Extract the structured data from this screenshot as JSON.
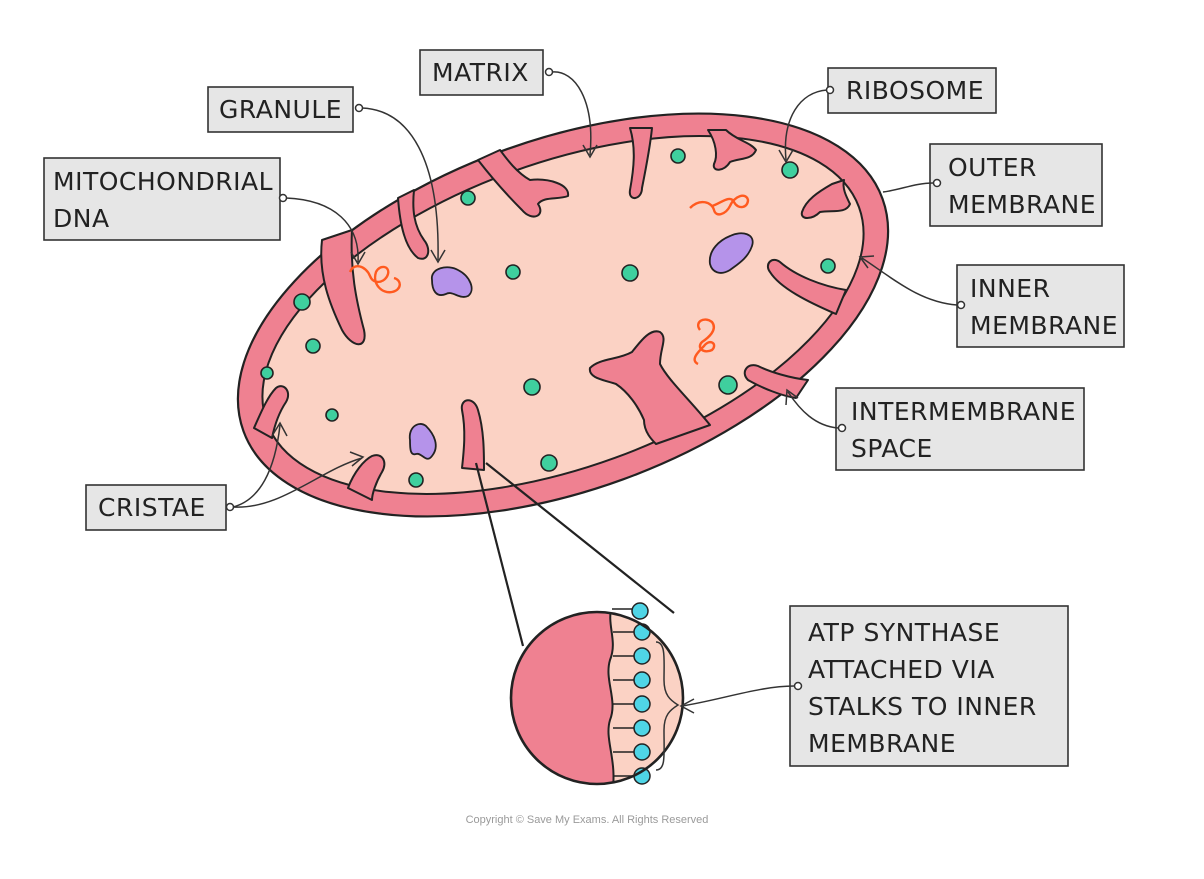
{
  "labels": {
    "matrix": "MATRIX",
    "granule": "GRANULE",
    "ribosome": "RIBOSOME",
    "mito_dna_1": "MITOCHONDRIAL",
    "mito_dna_2": "DNA",
    "outer_1": "OUTER",
    "outer_2": "MEMBRANE",
    "inner_1": "INNER",
    "inner_2": "MEMBRANE",
    "intermembrane_1": "INTERMEMBRANE",
    "intermembrane_2": "SPACE",
    "cristae": "CRISTAE",
    "atp_1": "ATP  SYNTHASE",
    "atp_2": "ATTACHED  VIA",
    "atp_3": "STALKS  TO  INNER",
    "atp_4": "MEMBRANE"
  },
  "copyright": "Copyright © Save My Exams. All Rights Reserved",
  "colors": {
    "outer_membrane": "#ef8191",
    "matrix": "#fbd2c4",
    "ribosome": "#3fcf9e",
    "granule": "#b593ea",
    "dna": "#ff5a1f",
    "atp_synthase": "#4fd5e6",
    "label_box": "#e6e6e6"
  }
}
